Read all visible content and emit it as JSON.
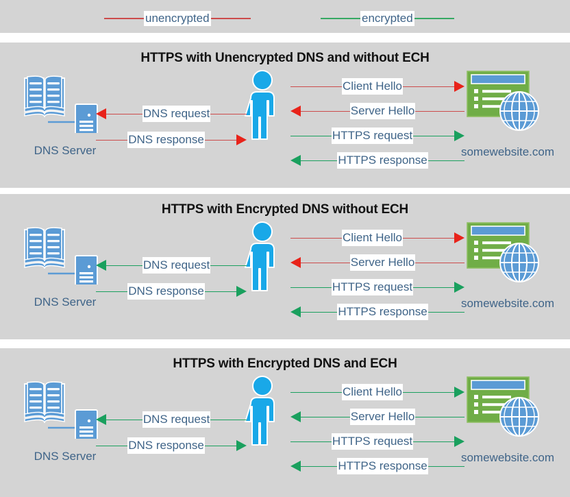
{
  "legend": {
    "items": [
      {
        "label": "unencrypted",
        "color": "#cc4b4b"
      },
      {
        "label": "encrypted",
        "color": "#36a862"
      }
    ]
  },
  "common": {
    "dns_label": "DNS Server",
    "site_label": "somewebsite.com",
    "dns_icon_name": "dns-server-icon",
    "person_icon_name": "user-person-icon",
    "site_icon_name": "website-browser-globe-icon"
  },
  "colors": {
    "panel_background": "#d4d4d4",
    "page_background": "#ffffff",
    "unencrypted": "#cc4b4b",
    "unencrypted_head": "#e8231a",
    "encrypted": "#1aa05e",
    "label_text": "#3f6488",
    "title_text": "#121212",
    "person_fill": "#19a8e8",
    "site_window_fill": "#70ad47",
    "site_titlebar_fill": "#5b9bd5",
    "globe_fill": "#5b9bd5",
    "dns_book_fill": "#5b9bd5"
  },
  "panels": [
    {
      "title": "HTTPS with Unencrypted DNS and without ECH",
      "dns_flows": [
        {
          "label": "DNS request",
          "direction": "left",
          "encrypted": false
        },
        {
          "label": "DNS response",
          "direction": "right",
          "encrypted": false
        }
      ],
      "web_flows": [
        {
          "label": "Client Hello",
          "direction": "right",
          "encrypted": false
        },
        {
          "label": "Server Hello",
          "direction": "left",
          "encrypted": false
        },
        {
          "label": "HTTPS request",
          "direction": "right",
          "encrypted": true
        },
        {
          "label": "HTTPS response",
          "direction": "left",
          "encrypted": true
        }
      ]
    },
    {
      "title": "HTTPS with Encrypted DNS without ECH",
      "dns_flows": [
        {
          "label": "DNS request",
          "direction": "left",
          "encrypted": true
        },
        {
          "label": "DNS response",
          "direction": "right",
          "encrypted": true
        }
      ],
      "web_flows": [
        {
          "label": "Client Hello",
          "direction": "right",
          "encrypted": false
        },
        {
          "label": "Server Hello",
          "direction": "left",
          "encrypted": false
        },
        {
          "label": "HTTPS request",
          "direction": "right",
          "encrypted": true
        },
        {
          "label": "HTTPS response",
          "direction": "left",
          "encrypted": true
        }
      ]
    },
    {
      "title": "HTTPS with Encrypted DNS and ECH",
      "dns_flows": [
        {
          "label": "DNS request",
          "direction": "left",
          "encrypted": true
        },
        {
          "label": "DNS response",
          "direction": "right",
          "encrypted": true
        }
      ],
      "web_flows": [
        {
          "label": "Client Hello",
          "direction": "right",
          "encrypted": true
        },
        {
          "label": "Server Hello",
          "direction": "left",
          "encrypted": true
        },
        {
          "label": "HTTPS request",
          "direction": "right",
          "encrypted": true
        },
        {
          "label": "HTTPS response",
          "direction": "left",
          "encrypted": true
        }
      ]
    }
  ]
}
